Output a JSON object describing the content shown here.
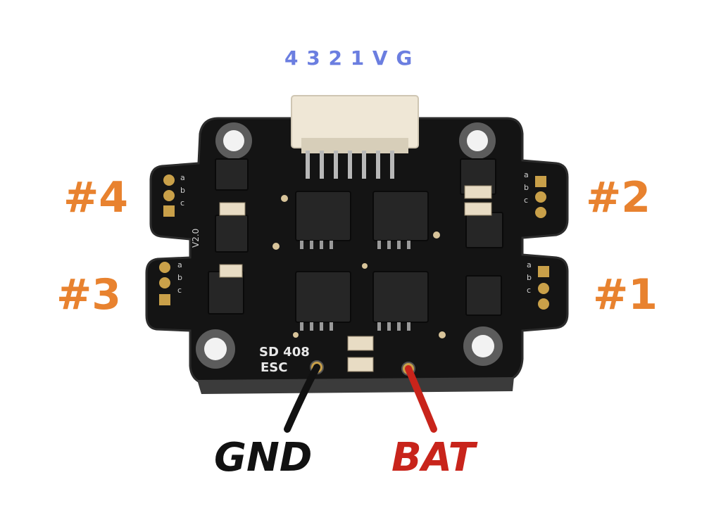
{
  "connector_pin_labels": "4 3 2 1 V G",
  "motors": {
    "m4": "#4",
    "m2": "#2",
    "m3": "#3",
    "m1": "#1"
  },
  "board_silkscreen": {
    "model": "SD  408",
    "type": "ESC",
    "version": "V2.0",
    "pad_letters": [
      "a",
      "b",
      "c"
    ]
  },
  "wires": {
    "gnd": "GND",
    "bat": "BAT"
  },
  "colors": {
    "pin_label": "#6b7ee0",
    "motor_label": "#e8822f",
    "gnd_wire": "#111111",
    "bat_wire": "#c8241b",
    "board": "#141414",
    "pads": "#c9a049"
  }
}
